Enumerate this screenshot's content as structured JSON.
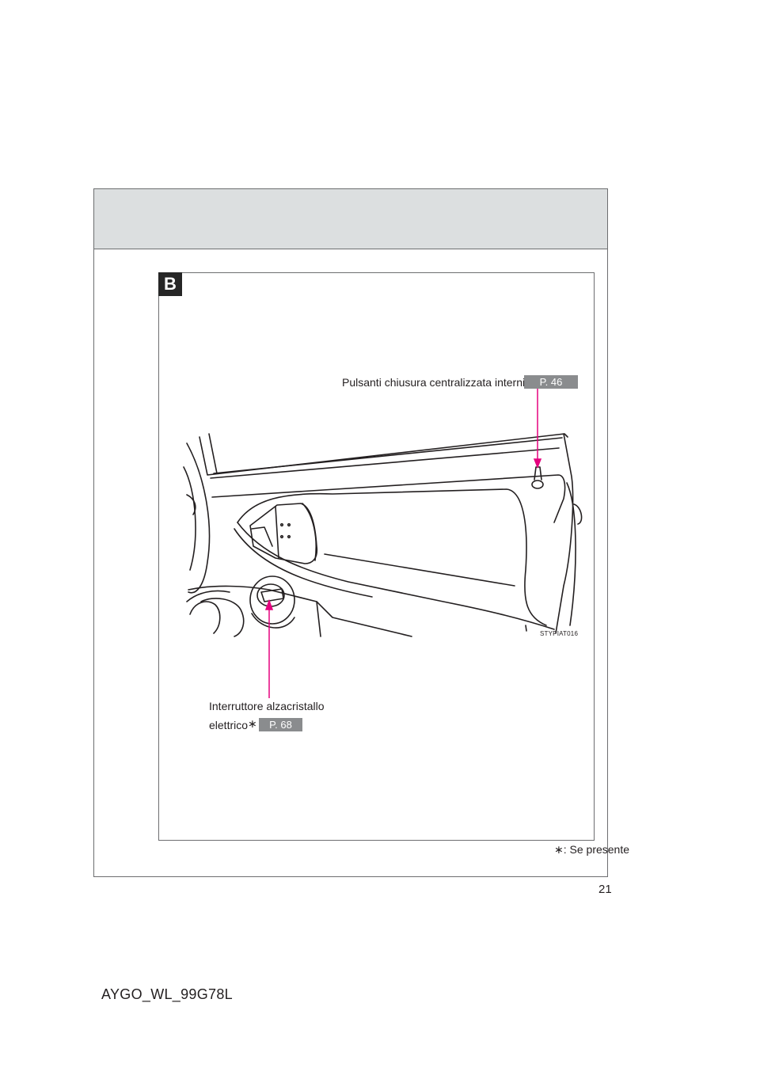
{
  "section_badge": "B",
  "callouts": {
    "door_lock": {
      "label": "Pulsanti chiusura centralizzata interni",
      "ref": "P. 46"
    },
    "window_switch": {
      "label_line1": "Interruttore alzacristallo",
      "label_line2": "elettrico",
      "star": "∗",
      "ref": "P. 68"
    }
  },
  "image_code": "STYPIAT016",
  "footnote": {
    "star": "∗",
    "text": ": Se presente"
  },
  "page_number": "21",
  "doc_code": "AYGO_WL_99G78L",
  "colors": {
    "header_band": "#dcdfe0",
    "callout_line": "#e5007e",
    "ref_badge": "#8a8c8e",
    "section_badge": "#262626"
  }
}
